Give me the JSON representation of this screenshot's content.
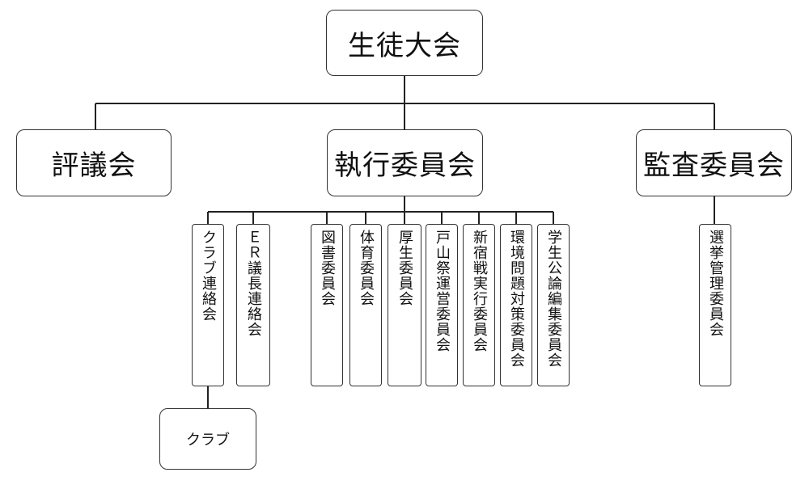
{
  "diagram": {
    "root": "生徒大会",
    "level1": {
      "left": "評議会",
      "center": "執行委員会",
      "right": "監査委員会"
    },
    "executive_committees": [
      "クラブ連絡会",
      "ＥＲ議長連絡会",
      "図書委員会",
      "体育委員会",
      "厚生委員会",
      "戸山祭運営委員会",
      "新宿戦実行委員会",
      "環境問題対策委員会",
      "学生公論編集委員会"
    ],
    "audit_committee": "選挙管理委員会",
    "club": "クラブ"
  }
}
